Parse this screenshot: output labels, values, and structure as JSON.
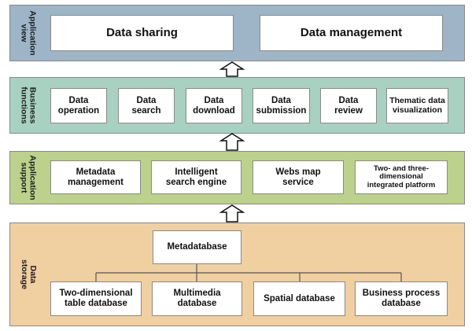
{
  "layers": {
    "application_view": {
      "label": "Application\nview",
      "color": "#9db5c7",
      "boxes": [
        "Data sharing",
        "Data management"
      ]
    },
    "business_functions": {
      "label": "Business\nfunctions",
      "color": "#a8d1c1",
      "boxes": [
        "Data\noperation",
        "Data\nsearch",
        "Data\ndownload",
        "Data\nsubmission",
        "Data\nreview",
        "Thematic data\nvisualization"
      ]
    },
    "application_support": {
      "label": "Application\nsupport",
      "color": "#bcd18b",
      "boxes": [
        "Metadata\nmanagement",
        "Intelligent\nsearch engine",
        "Webs map\nservice",
        "Two- and three-dimensional\nintegrated platform"
      ]
    },
    "data_storage": {
      "label": "Data storage",
      "color": "#f0cfa1",
      "root": "Metadatabase",
      "boxes": [
        "Two-dimensional\ntable database",
        "Multimedia\ndatabase",
        "Spatial database",
        "Business process\ndatabase"
      ]
    }
  }
}
